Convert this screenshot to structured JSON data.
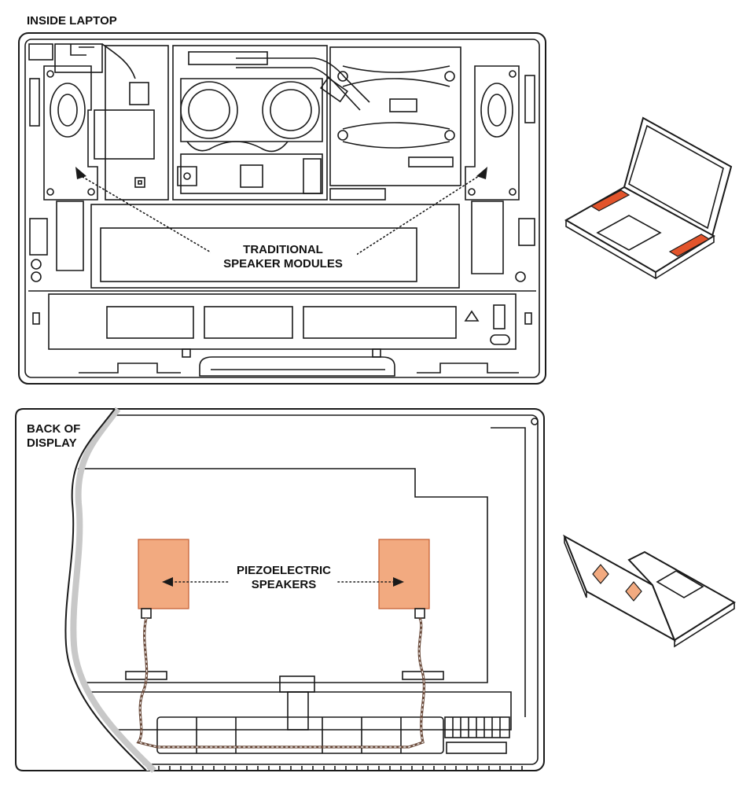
{
  "labels": {
    "inside_laptop": "INSIDE LAPTOP",
    "traditional_line1": "TRADITIONAL",
    "traditional_line2": "SPEAKER MODULES",
    "back_line1": "BACK OF",
    "back_line2": "DISPLAY",
    "piezo_line1": "PIEZOELECTRIC",
    "piezo_line2": "SPEAKERS"
  },
  "colors": {
    "traditional_speaker": "#e2542b",
    "piezo_speaker": "#f2aa80",
    "piezo_speaker_stroke": "#c25b2e",
    "outline": "#1a1a1a",
    "background": "#ffffff"
  }
}
